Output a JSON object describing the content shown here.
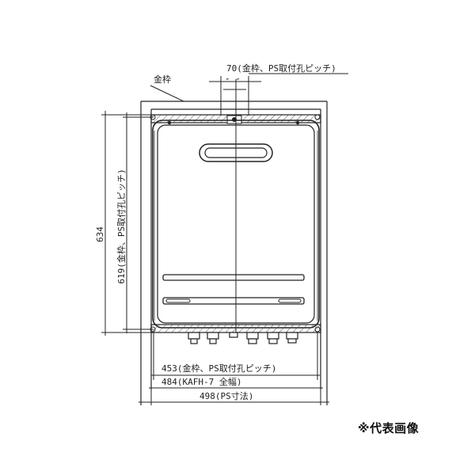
{
  "labels": {
    "frame": "金枠",
    "pitch_top": "70(金枠、PS取付孔ピッチ)",
    "height_total": "634",
    "height_frame": "619(金枠、PS取付孔ピッチ)",
    "width_frame": "453(金枠、PS取付孔ピッチ)",
    "width_unit": "484(KAFH-7 全幅)",
    "width_ps": "498(PS寸法)",
    "note": "※代表画像"
  },
  "colors": {
    "line": "#222222",
    "hatch": "#555555",
    "body_fill": "#ffffff"
  }
}
